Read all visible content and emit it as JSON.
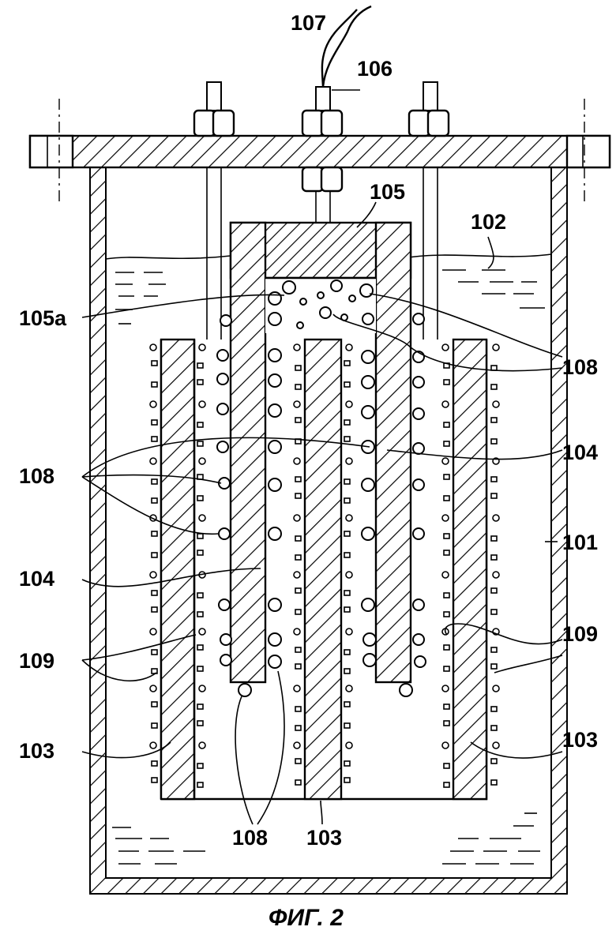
{
  "figure": {
    "caption": "ФИГ. 2",
    "labels": {
      "l107": "107",
      "l106": "106",
      "l105": "105",
      "l102": "102",
      "l105a": "105a",
      "l108_right": "108",
      "l108_left": "108",
      "l104_right": "104",
      "l101": "101",
      "l104_left": "104",
      "l109_right": "109",
      "l109_left": "109",
      "l103_left": "103",
      "l103_right": "103",
      "l108_bottom": "108",
      "l103_bottom": "103"
    }
  }
}
